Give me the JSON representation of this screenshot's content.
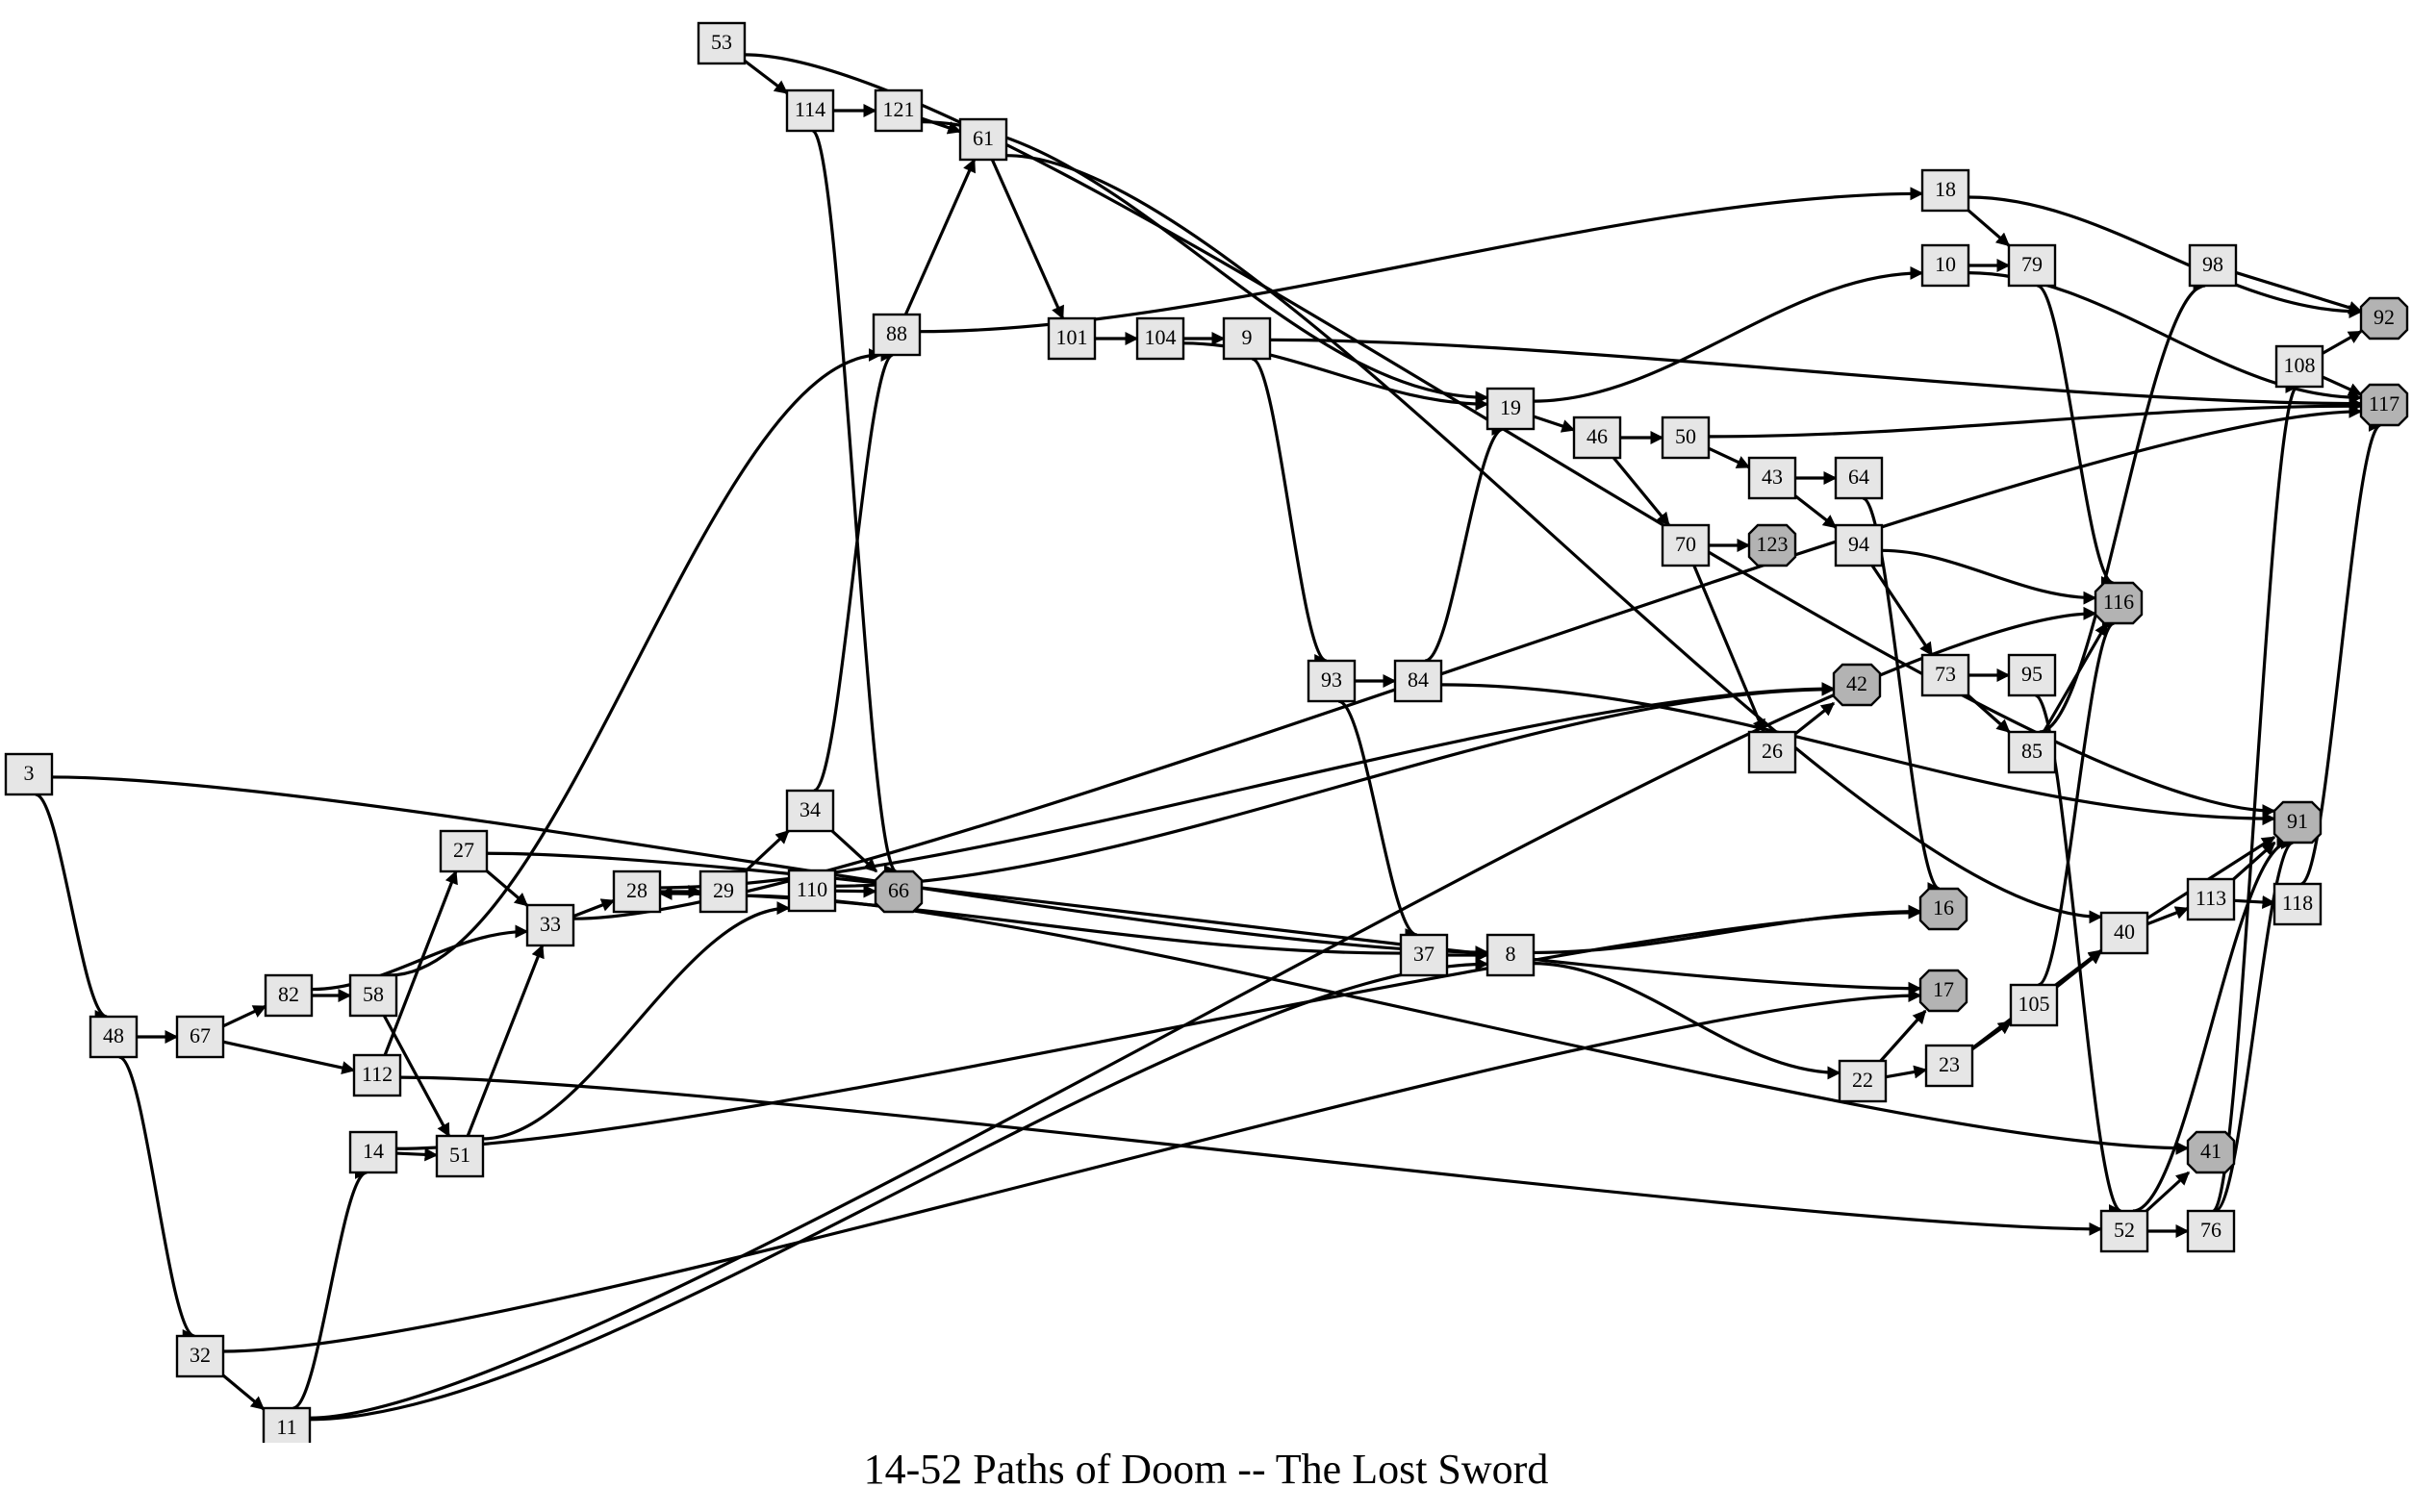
{
  "title": "14-52 Paths of Doom -- The Lost Sword",
  "colors": {
    "node_fill": "#e6e6e6",
    "ending_fill": "#b3b3b3",
    "stroke": "#000000",
    "background": "#ffffff"
  },
  "nodes": [
    {
      "id": "3",
      "ending": false
    },
    {
      "id": "48",
      "ending": false
    },
    {
      "id": "67",
      "ending": false
    },
    {
      "id": "82",
      "ending": false
    },
    {
      "id": "58",
      "ending": false
    },
    {
      "id": "112",
      "ending": false
    },
    {
      "id": "32",
      "ending": false
    },
    {
      "id": "11",
      "ending": false
    },
    {
      "id": "14",
      "ending": false
    },
    {
      "id": "51",
      "ending": false
    },
    {
      "id": "27",
      "ending": false
    },
    {
      "id": "33",
      "ending": false
    },
    {
      "id": "28",
      "ending": false
    },
    {
      "id": "29",
      "ending": false
    },
    {
      "id": "34",
      "ending": false
    },
    {
      "id": "110",
      "ending": false
    },
    {
      "id": "66",
      "ending": true
    },
    {
      "id": "53",
      "ending": false
    },
    {
      "id": "114",
      "ending": false
    },
    {
      "id": "121",
      "ending": false
    },
    {
      "id": "61",
      "ending": false
    },
    {
      "id": "88",
      "ending": false
    },
    {
      "id": "101",
      "ending": false
    },
    {
      "id": "104",
      "ending": false
    },
    {
      "id": "9",
      "ending": false
    },
    {
      "id": "93",
      "ending": false
    },
    {
      "id": "84",
      "ending": false
    },
    {
      "id": "37",
      "ending": false
    },
    {
      "id": "8",
      "ending": false
    },
    {
      "id": "19",
      "ending": false
    },
    {
      "id": "46",
      "ending": false
    },
    {
      "id": "50",
      "ending": false
    },
    {
      "id": "70",
      "ending": false
    },
    {
      "id": "123",
      "ending": true
    },
    {
      "id": "26",
      "ending": false
    },
    {
      "id": "42",
      "ending": true
    },
    {
      "id": "43",
      "ending": false
    },
    {
      "id": "64",
      "ending": false
    },
    {
      "id": "94",
      "ending": false
    },
    {
      "id": "18",
      "ending": false
    },
    {
      "id": "10",
      "ending": false
    },
    {
      "id": "79",
      "ending": false
    },
    {
      "id": "73",
      "ending": false
    },
    {
      "id": "95",
      "ending": false
    },
    {
      "id": "85",
      "ending": false
    },
    {
      "id": "116",
      "ending": true
    },
    {
      "id": "16",
      "ending": true
    },
    {
      "id": "17",
      "ending": true
    },
    {
      "id": "22",
      "ending": false
    },
    {
      "id": "23",
      "ending": false
    },
    {
      "id": "105",
      "ending": false
    },
    {
      "id": "40",
      "ending": false
    },
    {
      "id": "113",
      "ending": false
    },
    {
      "id": "118",
      "ending": false
    },
    {
      "id": "91",
      "ending": true
    },
    {
      "id": "98",
      "ending": false
    },
    {
      "id": "108",
      "ending": false
    },
    {
      "id": "92",
      "ending": true
    },
    {
      "id": "117",
      "ending": true
    },
    {
      "id": "52",
      "ending": false
    },
    {
      "id": "76",
      "ending": false
    },
    {
      "id": "41",
      "ending": true
    }
  ],
  "edges": [
    [
      "3",
      "48"
    ],
    [
      "3",
      "8"
    ],
    [
      "48",
      "67"
    ],
    [
      "48",
      "32"
    ],
    [
      "67",
      "82"
    ],
    [
      "67",
      "112"
    ],
    [
      "82",
      "58"
    ],
    [
      "82",
      "33"
    ],
    [
      "58",
      "88"
    ],
    [
      "58",
      "51"
    ],
    [
      "112",
      "27"
    ],
    [
      "112",
      "52"
    ],
    [
      "32",
      "11"
    ],
    [
      "32",
      "17"
    ],
    [
      "11",
      "14"
    ],
    [
      "11",
      "8"
    ],
    [
      "11",
      "116"
    ],
    [
      "14",
      "51"
    ],
    [
      "14",
      "16"
    ],
    [
      "51",
      "33"
    ],
    [
      "51",
      "110"
    ],
    [
      "27",
      "33"
    ],
    [
      "27",
      "17"
    ],
    [
      "33",
      "28"
    ],
    [
      "33",
      "117"
    ],
    [
      "28",
      "29"
    ],
    [
      "28",
      "42"
    ],
    [
      "29",
      "34"
    ],
    [
      "29",
      "41"
    ],
    [
      "34",
      "88"
    ],
    [
      "34",
      "66"
    ],
    [
      "110",
      "66"
    ],
    [
      "110",
      "42"
    ],
    [
      "53",
      "114"
    ],
    [
      "53",
      "91"
    ],
    [
      "114",
      "121"
    ],
    [
      "114",
      "66"
    ],
    [
      "121",
      "61"
    ],
    [
      "121",
      "19"
    ],
    [
      "61",
      "101"
    ],
    [
      "61",
      "40"
    ],
    [
      "88",
      "61"
    ],
    [
      "88",
      "18"
    ],
    [
      "101",
      "104"
    ],
    [
      "104",
      "9"
    ],
    [
      "104",
      "19"
    ],
    [
      "9",
      "93"
    ],
    [
      "9",
      "117"
    ],
    [
      "93",
      "84"
    ],
    [
      "93",
      "37"
    ],
    [
      "84",
      "19"
    ],
    [
      "84",
      "91"
    ],
    [
      "37",
      "8"
    ],
    [
      "37",
      "28"
    ],
    [
      "8",
      "22"
    ],
    [
      "8",
      "16"
    ],
    [
      "19",
      "46"
    ],
    [
      "19",
      "10"
    ],
    [
      "46",
      "50"
    ],
    [
      "46",
      "70"
    ],
    [
      "50",
      "43"
    ],
    [
      "50",
      "117"
    ],
    [
      "70",
      "123"
    ],
    [
      "70",
      "26"
    ],
    [
      "26",
      "42"
    ],
    [
      "43",
      "64"
    ],
    [
      "43",
      "94"
    ],
    [
      "64",
      "16"
    ],
    [
      "94",
      "116"
    ],
    [
      "94",
      "73"
    ],
    [
      "18",
      "79"
    ],
    [
      "18",
      "92"
    ],
    [
      "10",
      "79"
    ],
    [
      "10",
      "117"
    ],
    [
      "79",
      "116"
    ],
    [
      "73",
      "95"
    ],
    [
      "73",
      "85"
    ],
    [
      "95",
      "52"
    ],
    [
      "85",
      "116"
    ],
    [
      "85",
      "98"
    ],
    [
      "22",
      "17"
    ],
    [
      "22",
      "23"
    ],
    [
      "23",
      "105"
    ],
    [
      "23",
      "40"
    ],
    [
      "105",
      "40"
    ],
    [
      "105",
      "116"
    ],
    [
      "40",
      "113"
    ],
    [
      "40",
      "91"
    ],
    [
      "113",
      "118"
    ],
    [
      "113",
      "91"
    ],
    [
      "118",
      "117"
    ],
    [
      "98",
      "92"
    ],
    [
      "108",
      "92"
    ],
    [
      "108",
      "117"
    ],
    [
      "52",
      "41"
    ],
    [
      "52",
      "76"
    ],
    [
      "52",
      "91"
    ],
    [
      "76",
      "108"
    ],
    [
      "76",
      "91"
    ]
  ]
}
